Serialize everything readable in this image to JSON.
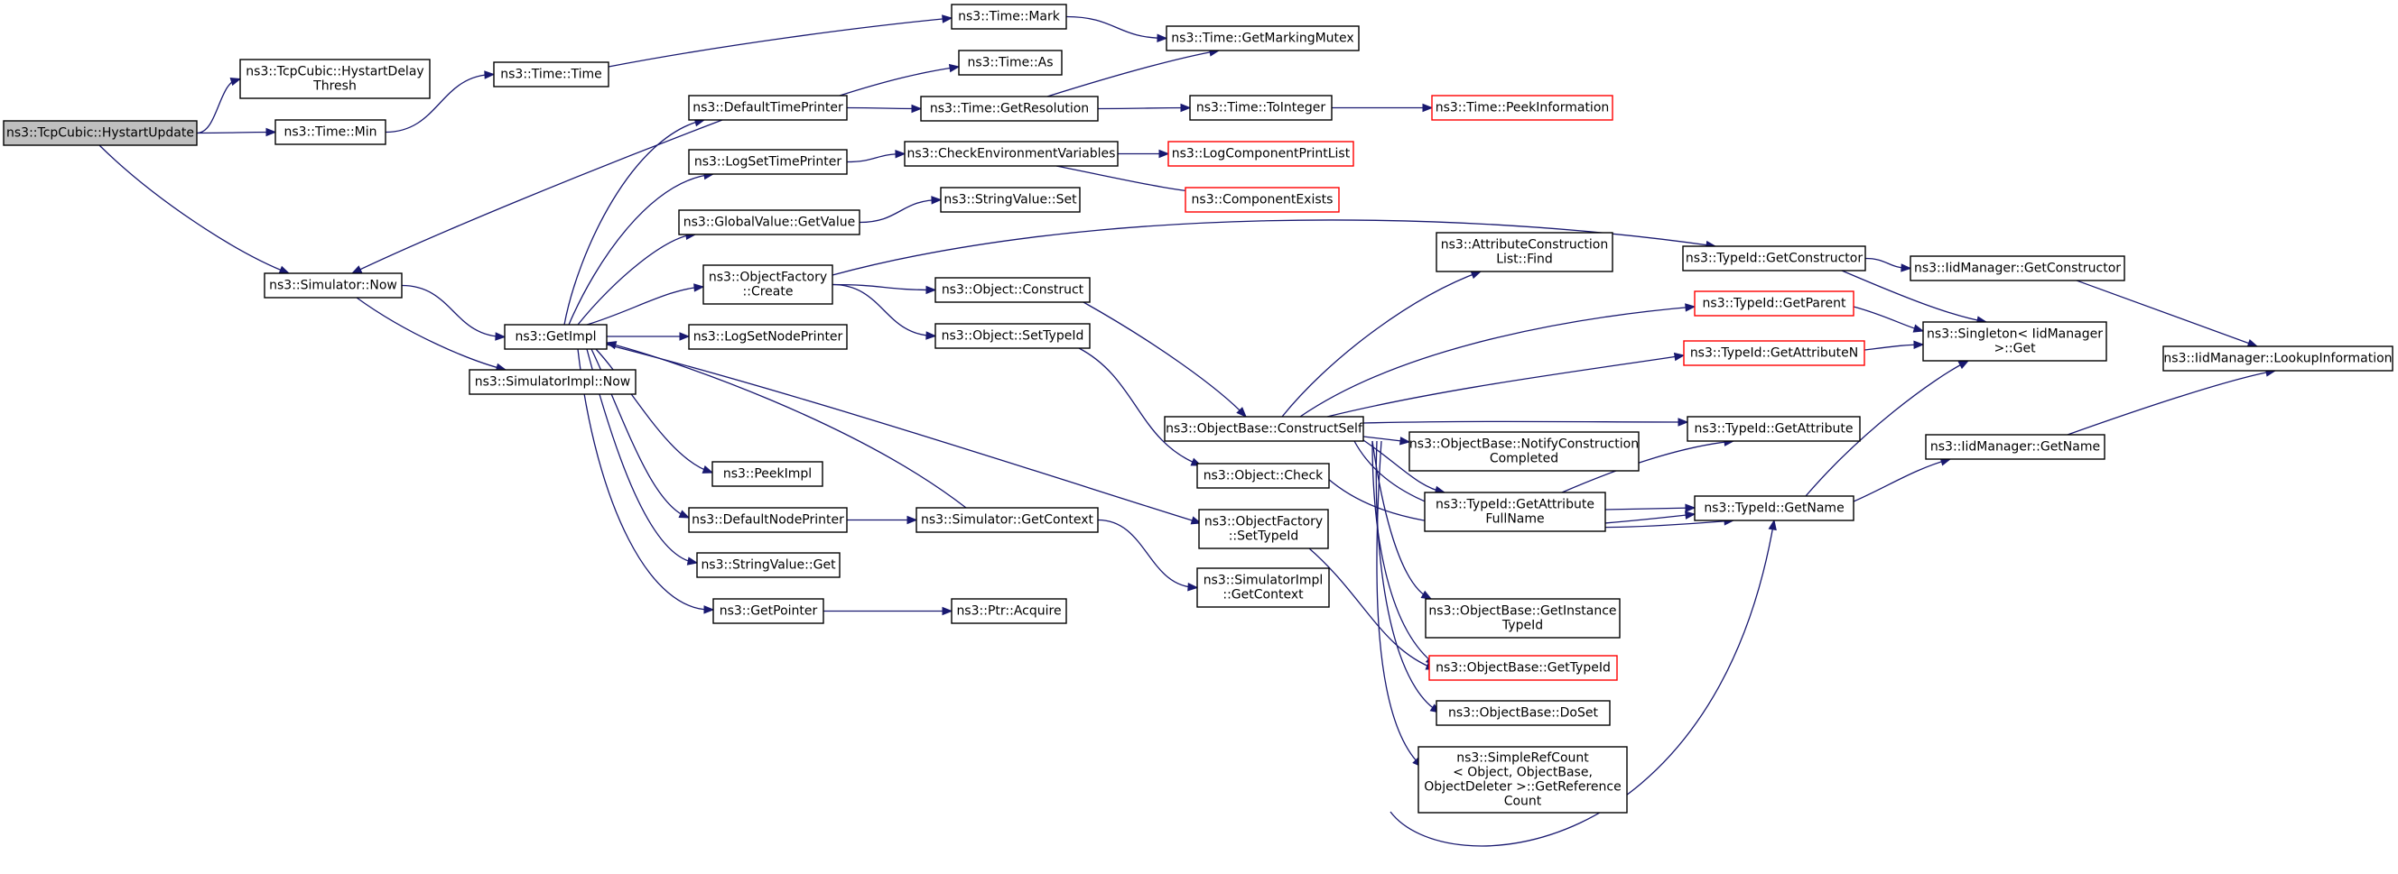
{
  "diagram": {
    "nodes": [
      {
        "id": "n_hystart_update",
        "lines": [
          "ns3::TcpCubic::HystartUpdate"
        ],
        "root": true
      },
      {
        "id": "n_hystart_delay",
        "lines": [
          "ns3::TcpCubic::HystartDelay",
          "Thresh"
        ]
      },
      {
        "id": "n_time_min",
        "lines": [
          "ns3::Time::Min"
        ]
      },
      {
        "id": "n_time_time",
        "lines": [
          "ns3::Time::Time"
        ]
      },
      {
        "id": "n_time_mark",
        "lines": [
          "ns3::Time::Mark"
        ]
      },
      {
        "id": "n_time_getmarkingmutex",
        "lines": [
          "ns3::Time::GetMarkingMutex"
        ]
      },
      {
        "id": "n_time_as",
        "lines": [
          "ns3::Time::As"
        ]
      },
      {
        "id": "n_default_time_printer",
        "lines": [
          "ns3::DefaultTimePrinter"
        ]
      },
      {
        "id": "n_time_getresolution",
        "lines": [
          "ns3::Time::GetResolution"
        ]
      },
      {
        "id": "n_time_tointeger",
        "lines": [
          "ns3::Time::ToInteger"
        ]
      },
      {
        "id": "n_time_peekinformation",
        "lines": [
          "ns3::Time::PeekInformation"
        ],
        "red": true
      },
      {
        "id": "n_logset_time_printer",
        "lines": [
          "ns3::LogSetTimePrinter"
        ]
      },
      {
        "id": "n_check_env_vars",
        "lines": [
          "ns3::CheckEnvironmentVariables"
        ]
      },
      {
        "id": "n_logcomponent_printlist",
        "lines": [
          "ns3::LogComponentPrintList"
        ],
        "red": true
      },
      {
        "id": "n_component_exists",
        "lines": [
          "ns3::ComponentExists"
        ],
        "red": true
      },
      {
        "id": "n_globalvalue_getvalue",
        "lines": [
          "ns3::GlobalValue::GetValue"
        ]
      },
      {
        "id": "n_stringvalue_set",
        "lines": [
          "ns3::StringValue::Set"
        ]
      },
      {
        "id": "n_simulator_now",
        "lines": [
          "ns3::Simulator::Now"
        ]
      },
      {
        "id": "n_objectfactory_create",
        "lines": [
          "ns3::ObjectFactory",
          "::Create"
        ]
      },
      {
        "id": "n_getimpl",
        "lines": [
          "ns3::GetImpl"
        ]
      },
      {
        "id": "n_object_construct",
        "lines": [
          "ns3::Object::Construct"
        ]
      },
      {
        "id": "n_logset_node_printer",
        "lines": [
          "ns3::LogSetNodePrinter"
        ]
      },
      {
        "id": "n_object_settypeid",
        "lines": [
          "ns3::Object::SetTypeId"
        ]
      },
      {
        "id": "n_simulatorimpl_now",
        "lines": [
          "ns3::SimulatorImpl::Now"
        ]
      },
      {
        "id": "n_attrconstr_find",
        "lines": [
          "ns3::AttributeConstruction",
          "List::Find"
        ]
      },
      {
        "id": "n_typeid_getconstructor",
        "lines": [
          "ns3::TypeId::GetConstructor"
        ]
      },
      {
        "id": "n_iidmanager_getconstructor",
        "lines": [
          "ns3::IidManager::GetConstructor"
        ]
      },
      {
        "id": "n_typeid_getparent",
        "lines": [
          "ns3::TypeId::GetParent"
        ],
        "red": true
      },
      {
        "id": "n_singleton_get",
        "lines": [
          "ns3::Singleton< IidManager",
          " >::Get"
        ]
      },
      {
        "id": "n_iidmanager_lookupinfo",
        "lines": [
          "ns3::IidManager::LookupInformation"
        ]
      },
      {
        "id": "n_typeid_getattributen",
        "lines": [
          "ns3::TypeId::GetAttributeN"
        ],
        "red": true
      },
      {
        "id": "n_objectbase_constructself",
        "lines": [
          "ns3::ObjectBase::ConstructSelf"
        ]
      },
      {
        "id": "n_typeid_getattribute",
        "lines": [
          "ns3::TypeId::GetAttribute"
        ]
      },
      {
        "id": "n_objectbase_notify",
        "lines": [
          "ns3::ObjectBase::NotifyConstruction",
          "Completed"
        ]
      },
      {
        "id": "n_iidmanager_getname",
        "lines": [
          "ns3::IidManager::GetName"
        ]
      },
      {
        "id": "n_peekimpl",
        "lines": [
          "ns3::PeekImpl"
        ]
      },
      {
        "id": "n_object_check",
        "lines": [
          "ns3::Object::Check"
        ]
      },
      {
        "id": "n_typeid_getattrfullname",
        "lines": [
          "ns3::TypeId::GetAttribute",
          "FullName"
        ]
      },
      {
        "id": "n_typeid_getname",
        "lines": [
          "ns3::TypeId::GetName"
        ]
      },
      {
        "id": "n_default_node_printer",
        "lines": [
          "ns3::DefaultNodePrinter"
        ]
      },
      {
        "id": "n_simulator_getcontext",
        "lines": [
          "ns3::Simulator::GetContext"
        ]
      },
      {
        "id": "n_objectfactory_settypeid",
        "lines": [
          "ns3::ObjectFactory",
          "::SetTypeId"
        ]
      },
      {
        "id": "n_stringvalue_get",
        "lines": [
          "ns3::StringValue::Get"
        ]
      },
      {
        "id": "n_simulatorimpl_getcontext",
        "lines": [
          "ns3::SimulatorImpl",
          "::GetContext"
        ]
      },
      {
        "id": "n_objectbase_getinstancetypeid",
        "lines": [
          "ns3::ObjectBase::GetInstance",
          "TypeId"
        ]
      },
      {
        "id": "n_getpointer",
        "lines": [
          "ns3::GetPointer"
        ]
      },
      {
        "id": "n_ptr_acquire",
        "lines": [
          "ns3::Ptr::Acquire"
        ]
      },
      {
        "id": "n_objectbase_gettypeid",
        "lines": [
          "ns3::ObjectBase::GetTypeId"
        ],
        "red": true
      },
      {
        "id": "n_objectbase_doset",
        "lines": [
          "ns3::ObjectBase::DoSet"
        ]
      },
      {
        "id": "n_simplerefcount",
        "lines": [
          "ns3::SimpleRefCount",
          "< Object, ObjectBase,",
          " ObjectDeleter >::GetReference",
          "Count"
        ]
      }
    ],
    "edges": [
      [
        "n_hystart_update",
        "n_hystart_delay"
      ],
      [
        "n_hystart_update",
        "n_time_min"
      ],
      [
        "n_hystart_update",
        "n_simulator_now"
      ],
      [
        "n_time_min",
        "n_time_time"
      ],
      [
        "n_time_time",
        "n_time_mark"
      ],
      [
        "n_time_mark",
        "n_time_getmarkingmutex"
      ],
      [
        "n_default_time_printer",
        "n_time_as"
      ],
      [
        "n_default_time_printer",
        "n_time_getresolution"
      ],
      [
        "n_default_time_printer",
        "n_simulator_now"
      ],
      [
        "n_time_getresolution",
        "n_time_getmarkingmutex"
      ],
      [
        "n_time_getresolution",
        "n_time_tointeger"
      ],
      [
        "n_time_tointeger",
        "n_time_peekinformation"
      ],
      [
        "n_logset_time_printer",
        "n_check_env_vars"
      ],
      [
        "n_check_env_vars",
        "n_logcomponent_printlist"
      ],
      [
        "n_check_env_vars",
        "n_component_exists"
      ],
      [
        "n_globalvalue_getvalue",
        "n_stringvalue_set"
      ],
      [
        "n_simulator_now",
        "n_getimpl"
      ],
      [
        "n_simulator_now",
        "n_simulatorimpl_now"
      ],
      [
        "n_getimpl",
        "n_default_time_printer"
      ],
      [
        "n_getimpl",
        "n_logset_time_printer"
      ],
      [
        "n_getimpl",
        "n_globalvalue_getvalue"
      ],
      [
        "n_getimpl",
        "n_objectfactory_create"
      ],
      [
        "n_getimpl",
        "n_logset_node_printer"
      ],
      [
        "n_getimpl",
        "n_peekimpl"
      ],
      [
        "n_getimpl",
        "n_default_node_printer"
      ],
      [
        "n_getimpl",
        "n_stringvalue_get"
      ],
      [
        "n_getimpl",
        "n_getpointer"
      ],
      [
        "n_getimpl",
        "n_objectfactory_settypeid"
      ],
      [
        "n_objectfactory_create",
        "n_typeid_getconstructor"
      ],
      [
        "n_objectfactory_create",
        "n_object_construct"
      ],
      [
        "n_objectfactory_create",
        "n_object_settypeid"
      ],
      [
        "n_object_construct",
        "n_objectbase_constructself"
      ],
      [
        "n_object_settypeid",
        "n_object_check"
      ],
      [
        "n_typeid_getconstructor",
        "n_iidmanager_getconstructor"
      ],
      [
        "n_typeid_getconstructor",
        "n_singleton_get"
      ],
      [
        "n_iidmanager_getconstructor",
        "n_iidmanager_lookupinfo"
      ],
      [
        "n_typeid_getparent",
        "n_singleton_get"
      ],
      [
        "n_typeid_getattributen",
        "n_singleton_get"
      ],
      [
        "n_objectbase_constructself",
        "n_attrconstr_find"
      ],
      [
        "n_objectbase_constructself",
        "n_typeid_getparent"
      ],
      [
        "n_objectbase_constructself",
        "n_typeid_getattributen"
      ],
      [
        "n_objectbase_constructself",
        "n_typeid_getattribute"
      ],
      [
        "n_objectbase_constructself",
        "n_objectbase_notify"
      ],
      [
        "n_objectbase_constructself",
        "n_typeid_getattrfullname"
      ],
      [
        "n_objectbase_constructself",
        "n_typeid_getname"
      ],
      [
        "n_objectbase_constructself",
        "n_objectbase_getinstancetypeid"
      ],
      [
        "n_objectbase_constructself",
        "n_objectbase_gettypeid"
      ],
      [
        "n_objectbase_constructself",
        "n_objectbase_doset"
      ],
      [
        "n_objectbase_constructself",
        "n_simplerefcount"
      ],
      [
        "n_typeid_getattrfullname",
        "n_typeid_getattribute"
      ],
      [
        "n_typeid_getattrfullname",
        "n_typeid_getname"
      ],
      [
        "n_typeid_getname",
        "n_singleton_get"
      ],
      [
        "n_typeid_getname",
        "n_iidmanager_getname"
      ],
      [
        "n_iidmanager_getname",
        "n_iidmanager_lookupinfo"
      ],
      [
        "n_default_node_printer",
        "n_simulator_getcontext"
      ],
      [
        "n_simulator_getcontext",
        "n_getimpl"
      ],
      [
        "n_simulator_getcontext",
        "n_simulatorimpl_getcontext"
      ],
      [
        "n_getpointer",
        "n_ptr_acquire"
      ],
      [
        "n_object_check",
        "n_typeid_getname"
      ],
      [
        "n_objectfactory_settypeid",
        "n_objectbase_gettypeid"
      ],
      [
        "n_simplerefcount",
        "n_typeid_getname"
      ]
    ]
  }
}
